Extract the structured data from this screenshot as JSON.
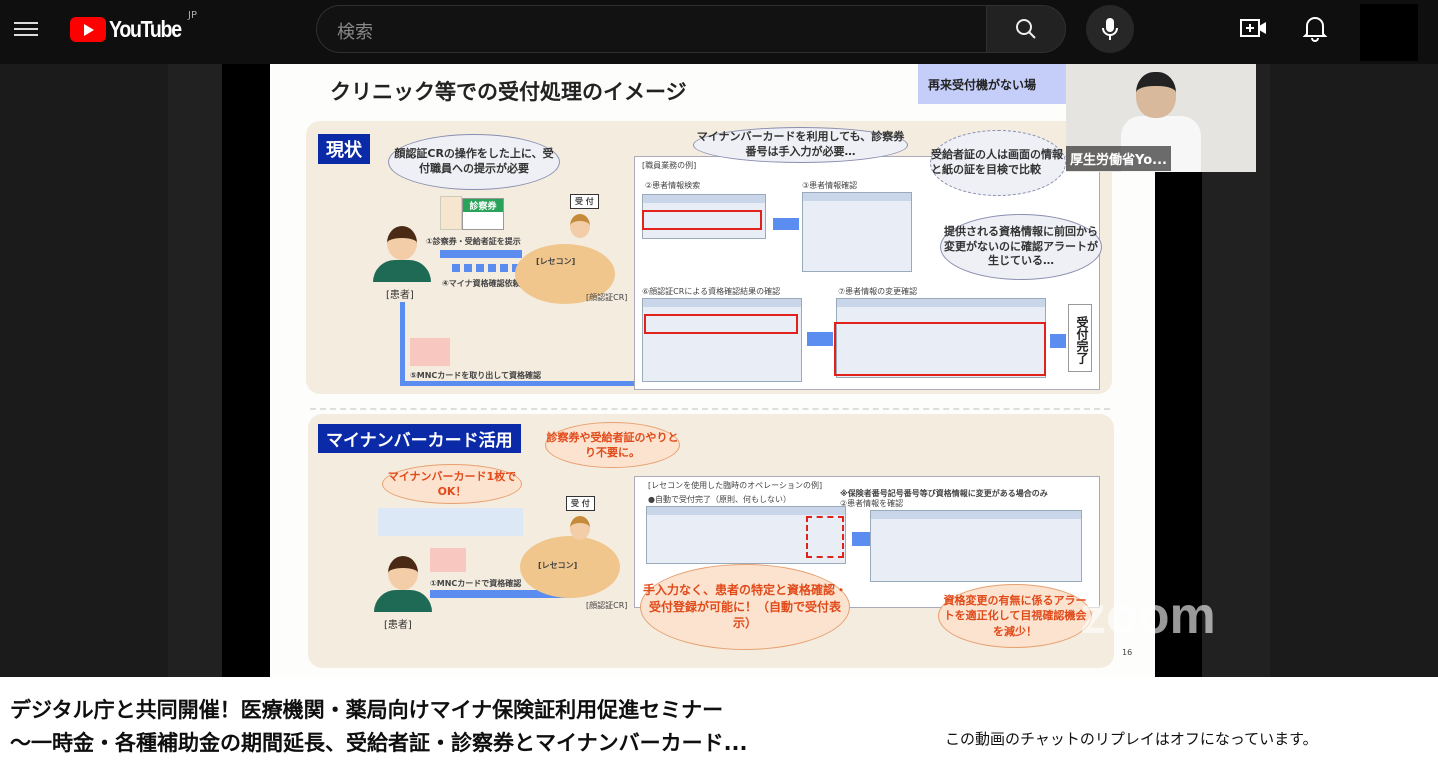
{
  "header": {
    "logo_text": "YouTube",
    "region": "JP",
    "search_placeholder": "検索"
  },
  "icons": {
    "menu": "hamburger-icon",
    "search": "search-icon",
    "mic": "mic-icon",
    "create": "video-plus-icon",
    "notifications": "bell-icon"
  },
  "slide": {
    "title": "クリニック等での受付処理のイメージ",
    "corner_note": "再来受付機がない場",
    "page_number": "16",
    "current": {
      "tag": "現状",
      "bubble_1": "顔認証CRの操作をした上に、受付職員への提示が必要",
      "bubble_2": "マイナンバーカードを利用しても、診察券番号は手入力が必要…",
      "bubble_3": "受給者証の人は画面の情報と紙の証を目検で比較",
      "bubble_4": "提供される資格情報に前回から変更がないのに確認アラートが生じている…",
      "step_1": "①診察券・受給者証を提示",
      "step_4": "④マイナ資格確認依頼",
      "step_5": "⑤MNCカードを取り出して資格確認",
      "patient": "[患者]",
      "reception": "受 付",
      "rececon": "[レセコン]",
      "face_cr": "[顔認証CR]",
      "card_label": "診察券",
      "staff_example": "[職員業務の例]",
      "screen_2": "②患者情報検索",
      "screen_3": "③患者情報確認",
      "screen_6": "⑥顔認証CRによる資格確認結果の確認",
      "screen_7": "⑦患者情報の変更確認",
      "done": "受付完了"
    },
    "mynumber": {
      "tag": "マイナンバーカード活用",
      "bubble_1": "診察券や受給者証のやりとり不要に。",
      "bubble_2": "マイナンバーカード1枚でOK！",
      "bubble_3": "手入力なく、患者の特定と資格確認・受付登録が可能に！（自動で受付表示）",
      "bubble_4": "資格変更の有無に係るアラートを適正化して目視確認機会を減少！",
      "step_1": "①MNCカードで資格確認",
      "patient": "[患者]",
      "reception": "受 付",
      "rececon": "[レセコン]",
      "face_cr": "[顔認証CR]",
      "ops_example": "[レセコンを使用した臨時のオペレーションの例]",
      "auto": "●自動で受付完了（原則、何もしない）",
      "note": "※保険者番号記号番号等び資格情報に変更がある場合のみ",
      "confirm": "②患者情報を確認"
    }
  },
  "webcam": {
    "name": "厚生労働省Yo..."
  },
  "watermark": "zoom",
  "video": {
    "title_line_1": "デジタル庁と共同開催！医療機関・薬局向けマイナ保険証利用促進セミナー",
    "title_line_2": "～一時金・各種補助金の期間延長、受給者証・診察券とマイナンバーカード..."
  },
  "chat": {
    "message": "この動画のチャットのリプレイはオフになっています。"
  }
}
